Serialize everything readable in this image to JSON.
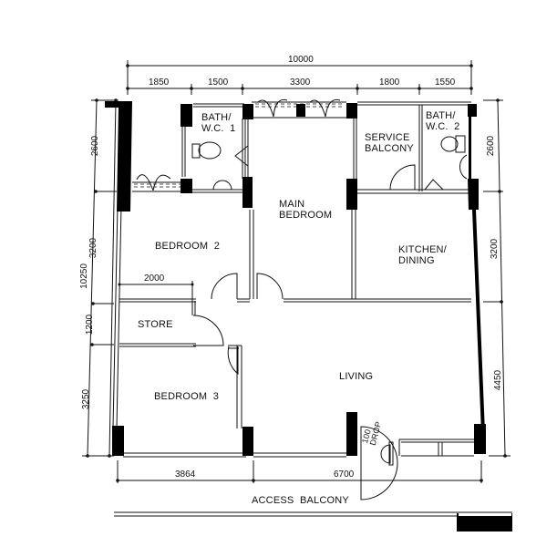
{
  "plan": {
    "rooms": {
      "bath_wc_1": "BATH/\nW.C.  1",
      "main_bedroom": "MAIN\nBEDROOM",
      "service_balcony": "SERVICE\nBALCONY",
      "bath_wc_2": "BATH/\nW.C.  2",
      "bedroom_2": "BEDROOM  2",
      "kitchen_dining": "KITCHEN/\nDINING",
      "store": "STORE",
      "living": "LIVING",
      "bedroom_3": "BEDROOM  3",
      "access_balcony": "ACCESS  BALCONY",
      "refuse_chute": "100\nDROP"
    },
    "dimensions": {
      "top_total": "10000",
      "top_segments": [
        "1850",
        "1500",
        "3300",
        "1800",
        "1550"
      ],
      "left_total": "10250",
      "left_segments": [
        "2600",
        "3200",
        "1200",
        "3250"
      ],
      "right_segments": [
        "2600",
        "3200",
        "4450"
      ],
      "bottom_segments": [
        "3864",
        "6700"
      ],
      "store_width": "2000"
    },
    "colors": {
      "line": "#111111",
      "wall_fill": "#000000",
      "background": "#ffffff"
    }
  }
}
